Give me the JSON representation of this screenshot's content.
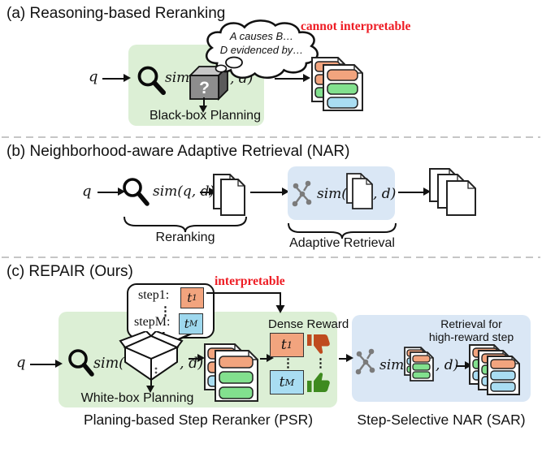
{
  "a": {
    "title": "(a) Reasoning-based Reranking",
    "annotation": "cannot interpretable",
    "query": "q",
    "sim_open": "sim(",
    "sim_close": ", d)",
    "cube_glyph": "?",
    "box_caption": "Black-box Planning",
    "thought_line1": "A causes B…",
    "thought_line2": "D evidenced by…"
  },
  "b": {
    "title": "(b) Neighborhood-aware Adaptive Retrieval (NAR)",
    "query": "q",
    "rerank_expr": "sim(q, d)",
    "rerank_caption": "Reranking",
    "sim_open": "sim(",
    "sim_close": ", d)",
    "adaptive_caption": "Adaptive Retrieval"
  },
  "c": {
    "title": "(c) REPAIR (Ours)",
    "annotation": "interpretable",
    "query": "q",
    "bubble": {
      "step1": "step1:",
      "dots": "⋮",
      "stepM": "stepM:",
      "t1": "t",
      "t1_sub": "1",
      "tM": "t",
      "tM_sub": "M"
    },
    "sim_open": "sim(",
    "sim_close": ", d)",
    "whitebox_caption": "White-box Planning",
    "reward": {
      "label": "Dense Reward",
      "t1": "t",
      "t1_sub": "1",
      "tM": "t",
      "tM_sub": "M",
      "dots": "⋮"
    },
    "psr_caption": "Planing-based Step Reranker (PSR)",
    "sar": {
      "note1": "Retrieval for",
      "note2": "high-reward step"
    },
    "sar_caption": "Step-Selective NAR (SAR)"
  },
  "colors": {
    "panel_green": "#DCEFD5",
    "panel_blue": "#DAE7F5",
    "bar_orange": "#F2A47E",
    "bar_green": "#82E08E",
    "bar_blue": "#A9DDF2",
    "annotation_red": "#EE1C24",
    "thumb_down": "#BF4B1E",
    "thumb_up": "#3E8A1F"
  },
  "icons": {
    "magnifier": "magnifying-glass",
    "graph": "neighborhood-graph",
    "cube": "black-box-cube",
    "open_box": "white-box-open",
    "thumb_up": "thumbs-up",
    "thumb_down": "thumbs-down",
    "cloud": "thought-cloud",
    "documents": "document-stack"
  }
}
